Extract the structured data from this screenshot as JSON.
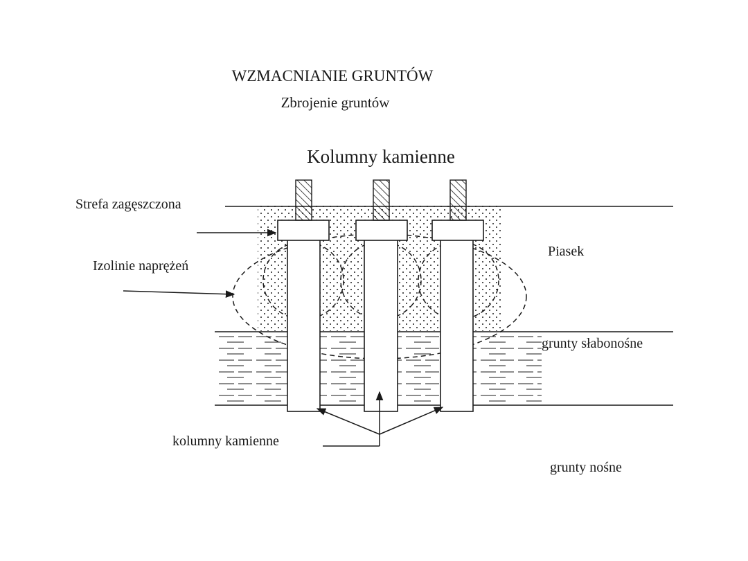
{
  "title": "WZMACNIANIE   GRUNTÓW",
  "subtitle": "Zbrojenie gruntów",
  "heading": "Kolumny kamienne",
  "labels": {
    "compacted_zone": "Strefa zagęszczona",
    "stress_isolines": "Izolinie naprężeń",
    "sand": "Piasek",
    "weak_soils": "grunty słabonośne",
    "stone_columns": "kolumny kamienne",
    "bearing_soils": "grunty nośne"
  },
  "colors": {
    "ink": "#1a1a1a",
    "background": "#ffffff"
  }
}
